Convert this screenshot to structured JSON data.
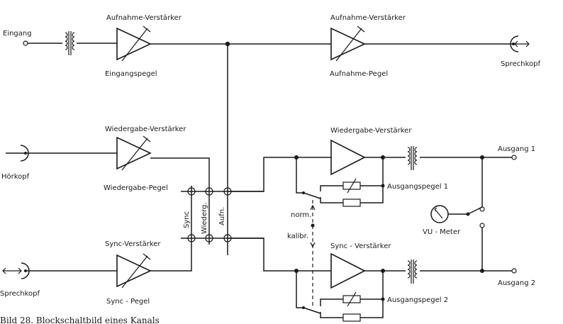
{
  "labels": {
    "eingang": "Eingang",
    "aufnahme_verstaerker_1": "Aufnahme-Verstärker",
    "eingangspegel": "Eingangspegel",
    "aufnahme_verstaerker_2": "Aufnahme-Verstärker",
    "aufnahme_pegel": "Aufnahme-Pegel",
    "sprechkopf_top": "Sprechkopf",
    "wiedergabe_verstaerker_left": "Wiedergabe-Verstärker",
    "hoerkopf": "Hörkopf",
    "wiedergabe_pegel": "Wiedergabe-Pegel",
    "sync_verstaerker_left": "Sync-Verstärker",
    "sprechkopf_bottom": "Sprechkopf",
    "sync_pegel": "Sync - Pegel",
    "switch_sync": "Sync",
    "switch_wiederg": "Wiederg.",
    "switch_aufn": "Aufn.",
    "wiedergabe_verstaerker_right": "Wiedergabe-Verstärker",
    "ausgang_1": "Ausgang 1",
    "ausgangspegel_1": "Ausgangspegel 1",
    "norm": "norm.",
    "kalibr": "kalibr.",
    "vu_meter": "VU - Meter",
    "sync_verstaerker_right": "Sync - Verstärker",
    "ausgang_2": "Ausgang 2",
    "ausgangspegel_2": "Ausgangspegel 2"
  },
  "caption": "Bild 28. Blockschaltbild eines Kanals"
}
